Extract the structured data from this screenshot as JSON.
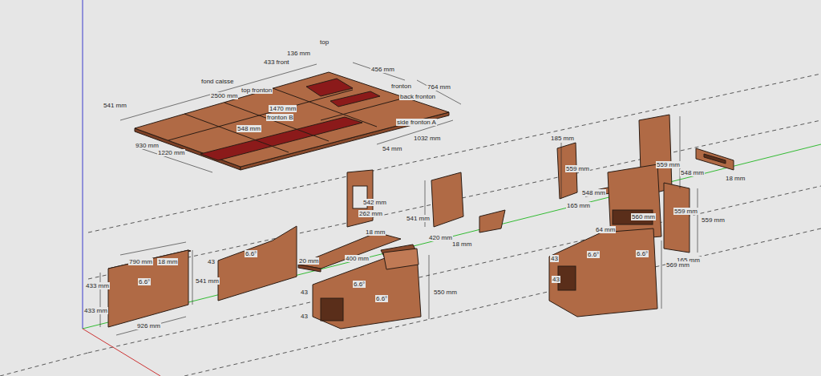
{
  "diagram": {
    "labels": [
      "top",
      "136 mm",
      "433 front",
      "456 mm",
      "fond caisse",
      "top fronton",
      "fronton",
      "764 mm",
      "back fronton",
      "541 mm",
      "2500 mm",
      "1470 mm",
      "548 mm",
      "fronton B",
      "side fronton A",
      "1032 mm",
      "930 mm",
      "1220 mm",
      "54 mm",
      "790 mm",
      "18 mm",
      "433 mm",
      "6.6°",
      "541 mm",
      "433 mm",
      "926 mm",
      "43",
      "6.6°",
      "20 mm",
      "400 mm",
      "262 mm",
      "542 mm",
      "18 mm",
      "43",
      "6.6°",
      "43",
      "6.6°",
      "550 mm",
      "541 mm",
      "420 mm",
      "18 mm",
      "185 mm",
      "559 mm",
      "165 mm",
      "548 mm",
      "559 mm",
      "548 mm",
      "18 mm",
      "560 mm",
      "64 mm",
      "559 mm",
      "559 mm",
      "165 mm",
      "43",
      "6.6°",
      "43",
      "6.6°",
      "569 mm"
    ]
  }
}
